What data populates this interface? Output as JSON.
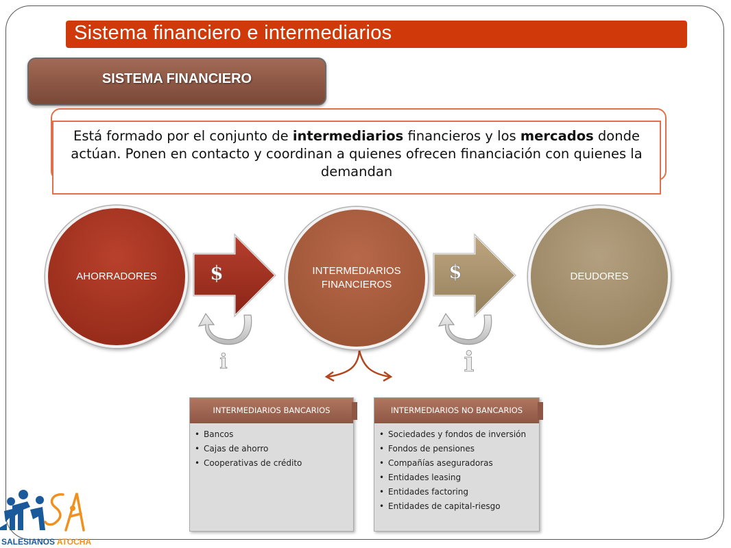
{
  "slide": {
    "title": "Sistema financiero e intermediarios",
    "section_label": "SISTEMA FINANCIERO",
    "definition": {
      "part1": "Está formado por el conjunto de ",
      "bold1": "intermediarios",
      "part2": " financieros y los ",
      "bold2": "mercados",
      "part3": " donde actúan. Ponen en contacto y coordinan a quienes ofrecen financiación con quienes la demandan"
    }
  },
  "flow": {
    "nodes": [
      {
        "label": "AHORRADORES",
        "color": "#9e2e1c"
      },
      {
        "label": "INTERMEDIARIOS FINANCIEROS",
        "color": "#a35a3a"
      },
      {
        "label": "DEUDORES",
        "color": "#a48f6a"
      }
    ],
    "arrows": [
      {
        "symbol": "$",
        "color": "#a02a1c",
        "info_symbol": "i"
      },
      {
        "symbol": "$",
        "color": "#a88f68",
        "info_symbol": "i"
      }
    ]
  },
  "subgroups": [
    {
      "header": "INTERMEDIARIOS BANCARIOS",
      "items": [
        "Bancos",
        "Cajas de ahorro",
        "Cooperativas de crédito"
      ]
    },
    {
      "header": "INTERMEDIARIOS NO BANCARIOS",
      "items": [
        "Sociedades y fondos de inversión",
        "Fondos de pensiones",
        "Compañías aseguradoras",
        "Entidades leasing",
        "Entidades factoring",
        "Entidades de capital-riesgo"
      ]
    }
  ],
  "logo": {
    "letters": "SA",
    "text": "SALESIANOS ATOCHA",
    "colors": {
      "blue": "#1a5a9a",
      "orange": "#f0901e"
    }
  }
}
